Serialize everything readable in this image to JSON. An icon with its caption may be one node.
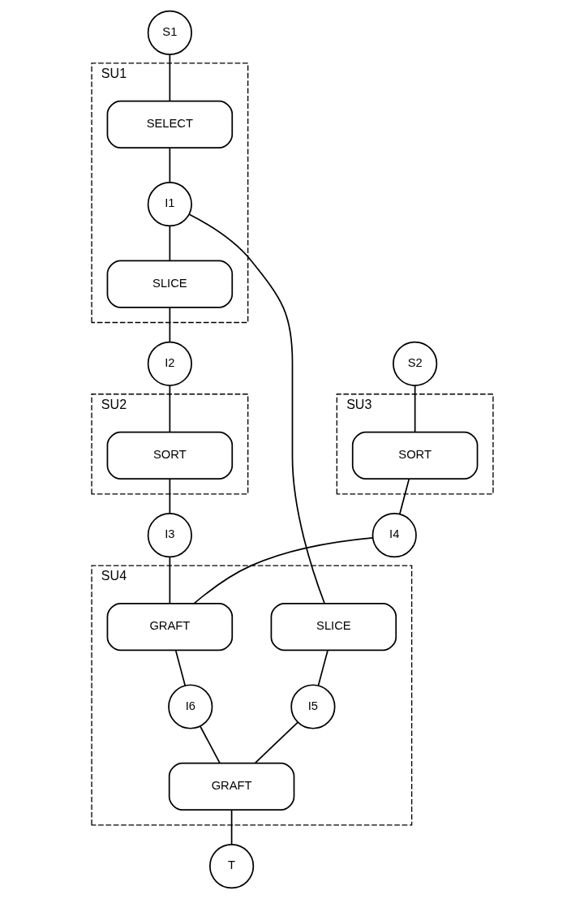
{
  "diagram": {
    "nodes": [
      {
        "text": [
          "S1"
        ]
      },
      {
        "text": [
          "SU1"
        ]
      },
      {
        "text": [
          "SELECT"
        ],
        "in": 1
      },
      {
        "text": [
          "I1"
        ],
        "in": 1
      },
      {
        "text": [
          "SLICE"
        ],
        "in": 1
      },
      {
        "text": [
          "I2"
        ]
      },
      {
        "text": [
          "S2"
        ]
      },
      {
        "text": [
          "SU2"
        ]
      },
      {
        "text": [
          "SORT"
        ],
        "in": 7
      },
      {
        "text": [
          "SU3"
        ]
      },
      {
        "text": [
          "SORT"
        ],
        "in": 9
      },
      {
        "text": [
          "I3"
        ]
      },
      {
        "text": [
          "I4"
        ]
      },
      {
        "text": [
          "SU4"
        ]
      },
      {
        "text": [
          "SLICE"
        ],
        "in": 13
      },
      {
        "text": [
          "GRAFT"
        ],
        "in": 13
      },
      {
        "text": [
          "I5"
        ],
        "in": 13
      },
      {
        "text": [
          "I6"
        ],
        "in": 13
      },
      {
        "text": [
          "GRAFT"
        ],
        "in": 13
      },
      {
        "text": [
          "T"
        ]
      }
    ],
    "edges": [
      {
        "from": 0,
        "to": 2,
        "arrow": "none"
      },
      {
        "from": 2,
        "to": 3,
        "arrow": "none"
      },
      {
        "from": 3,
        "to": 4,
        "arrow": "none"
      },
      {
        "from": 4,
        "to": 5,
        "arrow": "none"
      },
      {
        "from": 3,
        "to": 14,
        "arrow": "none"
      },
      {
        "from": 5,
        "to": 8,
        "arrow": "none"
      },
      {
        "from": 6,
        "to": 10,
        "arrow": "none"
      },
      {
        "from": 8,
        "to": 11,
        "arrow": "none"
      },
      {
        "from": 10,
        "to": 12,
        "arrow": "none"
      },
      {
        "from": 11,
        "to": 15,
        "arrow": "none"
      },
      {
        "from": 12,
        "to": 15,
        "arrow": "none"
      },
      {
        "from": 14,
        "to": 16,
        "arrow": "none"
      },
      {
        "from": 15,
        "to": 17,
        "arrow": "none"
      },
      {
        "from": 16,
        "to": 18,
        "arrow": "none"
      },
      {
        "from": 17,
        "to": 18,
        "arrow": "none"
      },
      {
        "from": 18,
        "to": 19,
        "arrow": "none"
      }
    ]
  }
}
